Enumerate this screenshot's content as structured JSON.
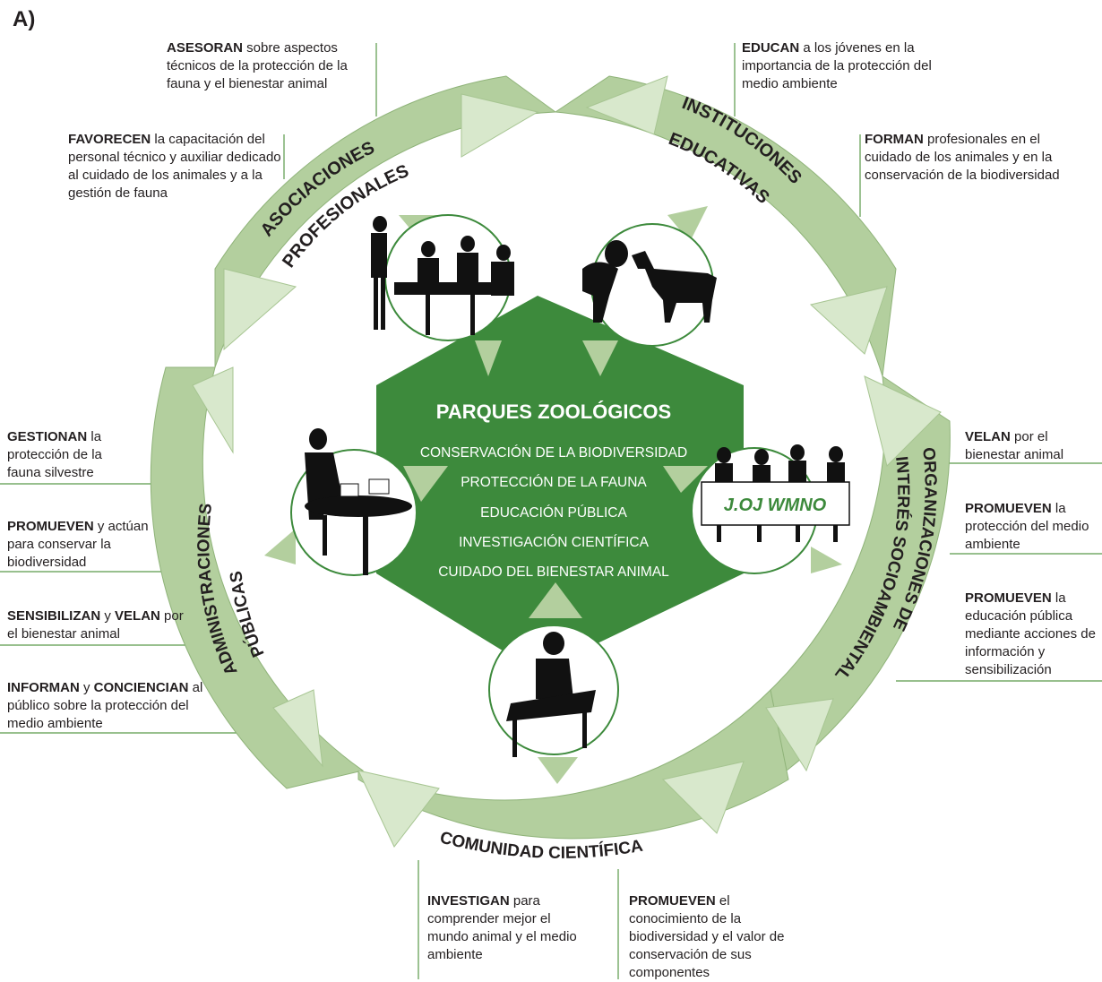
{
  "panel_label": "A)",
  "center": {
    "title": "PARQUES  ZOOLÓGICOS",
    "items": [
      "CONSERVACIÓN DE LA BIODIVERSIDAD",
      "PROTECCIÓN DE LA FAUNA",
      "EDUCACIÓN PÚBLICA",
      "INVESTIGACIÓN CIENTÍFICA",
      "CUIDADO DEL BIENESTAR ANIMAL"
    ]
  },
  "ring_labels": {
    "asociaciones_1": "ASOCIACIONES",
    "asociaciones_2": "PROFESIONALES",
    "instituciones_1": "INSTITUCIONES",
    "instituciones_2": "EDUCATIVAS",
    "organizaciones_1": "ORGANIZACIONES DE",
    "organizaciones_2": "INTERÉS SOCIOAMBIENTAL",
    "comunidad": "COMUNIDAD CIENTÍFICA",
    "administraciones_1": "ADMINISTRACIONES",
    "administraciones_2": "PÚBLICAS"
  },
  "banner_text": "J.OJ WMNO",
  "notes": {
    "asesoran": {
      "verb": "ASESORAN",
      "text": " sobre aspectos técnicos de la protección de la fauna y el bienestar animal"
    },
    "favorecen": {
      "verb": "FAVORECEN",
      "text": " la capacitación del personal técnico y auxiliar dedicado al cuidado de los animales y a la gestión de fauna"
    },
    "educan": {
      "verb": "EDUCAN",
      "text": " a los jóvenes en la importancia de la protección del medio ambiente"
    },
    "forman": {
      "verb": "FORMAN",
      "text": " profesionales en el cuidado de los animales y en la conservación de la biodiversidad"
    },
    "gestionan": {
      "verb": "GESTIONAN",
      "text": " la protección de la fauna silvestre"
    },
    "promueven_y": {
      "verb": "PROMUEVEN",
      "text": " y actúan para conservar la biodiversidad"
    },
    "sensibilizan": {
      "verb": "SENSIBILIZAN",
      "mid": " y ",
      "verb2": "VELAN",
      "text": " por el bienestar animal"
    },
    "informan": {
      "verb": "INFORMAN",
      "mid": " y ",
      "verb2": "CONCIENCIAN",
      "text": " al público sobre la protección del medio ambiente"
    },
    "velan": {
      "verb": "VELAN",
      "text": " por el bienestar animal"
    },
    "promueven_proteccion": {
      "verb": "PROMUEVEN",
      "text": " la protección del medio ambiente"
    },
    "promueven_educacion": {
      "verb": "PROMUEVEN",
      "text": " la educación pública mediante acciones de información y sensibilización"
    },
    "investigan": {
      "verb": "INVESTIGAN",
      "text": " para comprender mejor el mundo animal y el medio ambiente"
    },
    "promueven_conocimiento": {
      "verb": "PROMUEVEN",
      "text": " el conocimiento de la biodiversidad y el valor de conservación de sus componentes"
    }
  },
  "colors": {
    "ring": "#b3cf9e",
    "ring_edge": "#8fb379",
    "arrow_light": "#d8e8cc",
    "center": "#3d8a3c",
    "lines": "#5a9a4a"
  },
  "icons": [
    "meeting-silhouette-icon",
    "child-goat-silhouette-icon",
    "desk-meeting-silhouette-icon",
    "protest-banner-silhouette-icon",
    "scientist-microscope-silhouette-icon"
  ]
}
